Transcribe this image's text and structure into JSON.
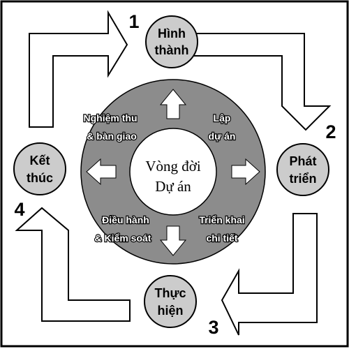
{
  "center": {
    "line1": "Vòng đời",
    "line2": "Dự án"
  },
  "phases": [
    {
      "number": "1",
      "line1": "Hình",
      "line2": "thành"
    },
    {
      "number": "2",
      "line1": "Phát",
      "line2": "triển"
    },
    {
      "number": "3",
      "line1": "Thực",
      "line2": "hiện"
    },
    {
      "number": "4",
      "line1": "Kết",
      "line2": "thúc"
    }
  ],
  "ring_labels": {
    "top_left": {
      "line1": "Nghiệm thu",
      "line2": "& bàn giao"
    },
    "top_right": {
      "line1": "Lập",
      "line2": "dự án"
    },
    "bottom_left": {
      "line1": "Điều hành",
      "line2": "& Kiểm soát"
    },
    "bottom_right": {
      "line1": "Triển khai",
      "line2": "chi tiết"
    }
  },
  "colors": {
    "frame": "#000000",
    "ring": "#8c8c8c",
    "phase_fill": "#cccccc",
    "hub_fill": "#ffffff",
    "arrow_fill": "#ffffff",
    "text": "#000000",
    "ring_text": "#ffffff"
  }
}
